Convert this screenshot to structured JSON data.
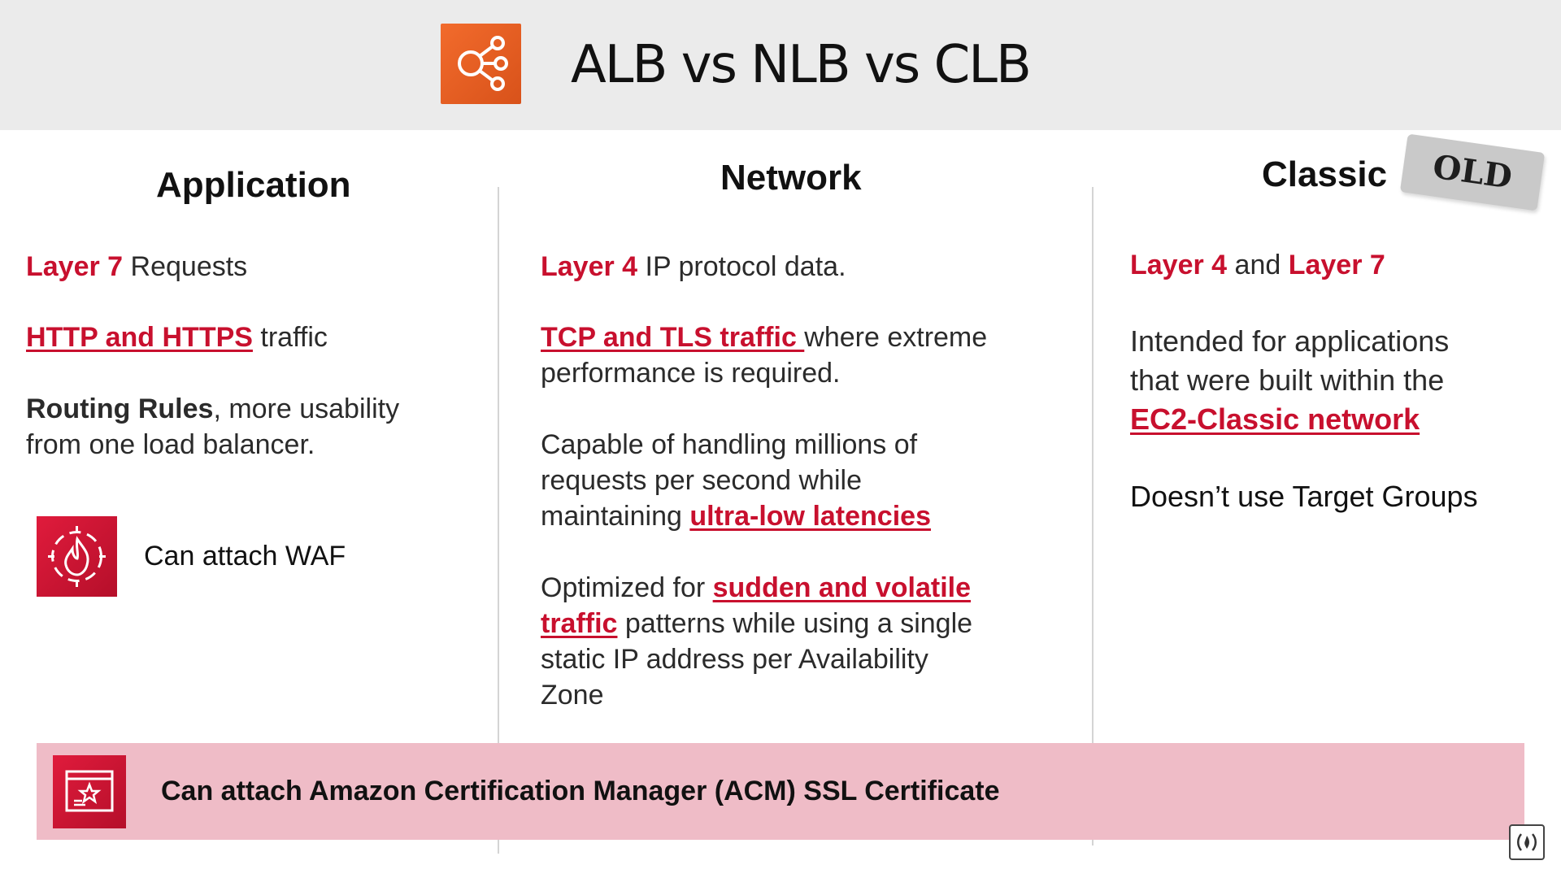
{
  "header": {
    "title": "ALB vs NLB vs CLB",
    "logo_icon": "elastic-load-balancing-icon"
  },
  "colors": {
    "accent_red": "#c8102e",
    "logo_orange": "#f26b2c",
    "acm_bar_pink": "#efbcc7",
    "header_bg": "#ebebeb"
  },
  "application": {
    "heading": "Application",
    "layer_highlight": "Layer 7",
    "layer_rest": " Requests",
    "traffic_highlight": "HTTP and HTTPS",
    "traffic_rest": " traffic",
    "routing_bold": "Routing Rules",
    "routing_line1_rest": ", more usability",
    "routing_line2": "from one load balancer.",
    "waf_label": "Can attach WAF",
    "waf_icon": "waf-shield-fire-icon"
  },
  "network": {
    "heading": "Network",
    "layer_highlight": "Layer 4",
    "layer_rest": " IP protocol data.",
    "traffic_highlight": "TCP and TLS traffic ",
    "traffic_rest": "where extreme",
    "traffic_line2": "performance is required.",
    "cap_line1": "Capable of handling millions of",
    "cap_line2": "requests per second while",
    "cap_line3_plain": "maintaining ",
    "cap_line3_highlight": "ultra-low latencies",
    "opt_line1_plain": "Optimized for ",
    "opt_line1_highlight": "sudden and volatile",
    "opt_line2_highlight": "traffic",
    "opt_line2_rest": " patterns while using a single",
    "opt_line3": "static IP address per Availability",
    "opt_line4": "Zone"
  },
  "classic": {
    "heading": "Classic",
    "old_badge": "OLD",
    "layer_a": "Layer 4",
    "layer_and": " and ",
    "layer_b": "Layer 7",
    "intended_line1": "Intended for applications",
    "intended_line2": "that were built within the",
    "intended_highlight": "EC2-Classic network",
    "target_groups": "Doesn’t use Target Groups"
  },
  "acm": {
    "label": "Can attach Amazon Certification Manager (ACM) SSL Certificate",
    "icon": "certificate-manager-icon"
  },
  "corner_badge_icon": "freecodecamp-logo-icon"
}
